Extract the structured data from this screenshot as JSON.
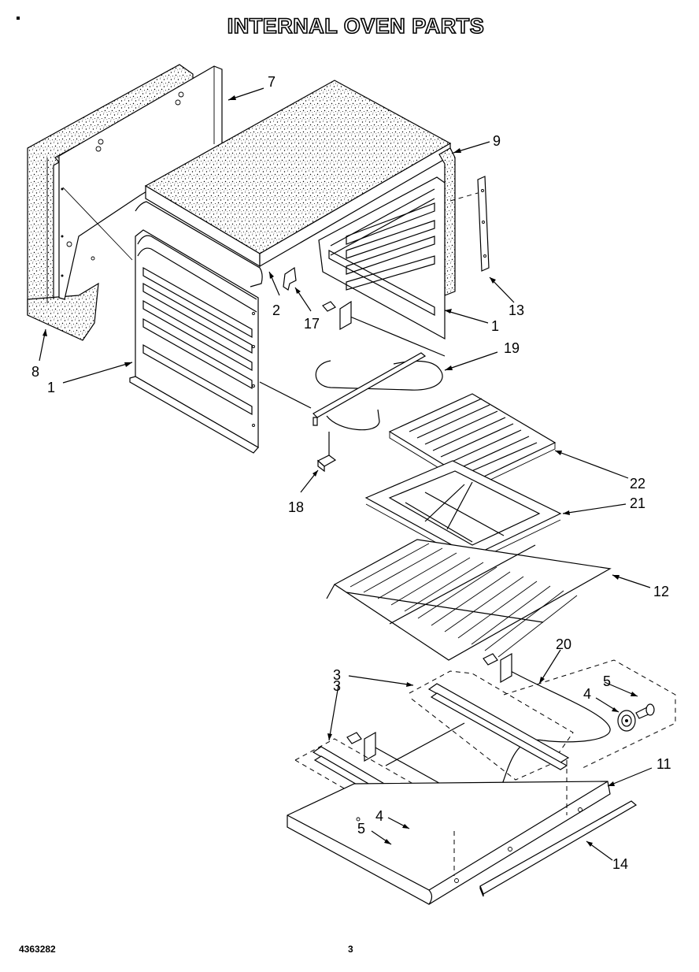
{
  "title": "INTERNAL OVEN PARTS",
  "footer": {
    "part_number": "4363282",
    "page": "3"
  },
  "callouts": [
    {
      "id": "c7",
      "text": "7"
    },
    {
      "id": "c9",
      "text": "9"
    },
    {
      "id": "c13",
      "text": "13"
    },
    {
      "id": "c1a",
      "text": "1"
    },
    {
      "id": "c2",
      "text": "2"
    },
    {
      "id": "c17",
      "text": "17"
    },
    {
      "id": "c19",
      "text": "19"
    },
    {
      "id": "c8",
      "text": "8"
    },
    {
      "id": "c1b",
      "text": "1"
    },
    {
      "id": "c18",
      "text": "18"
    },
    {
      "id": "c22",
      "text": "22"
    },
    {
      "id": "c21",
      "text": "21"
    },
    {
      "id": "c12",
      "text": "12"
    },
    {
      "id": "c20",
      "text": "20"
    },
    {
      "id": "c3a",
      "text": "3"
    },
    {
      "id": "c5a",
      "text": "5"
    },
    {
      "id": "c4a",
      "text": "4"
    },
    {
      "id": "c3b",
      "text": "3"
    },
    {
      "id": "c11",
      "text": "11"
    },
    {
      "id": "c4b",
      "text": "4"
    },
    {
      "id": "c5b",
      "text": "5"
    },
    {
      "id": "c14",
      "text": "14"
    }
  ]
}
